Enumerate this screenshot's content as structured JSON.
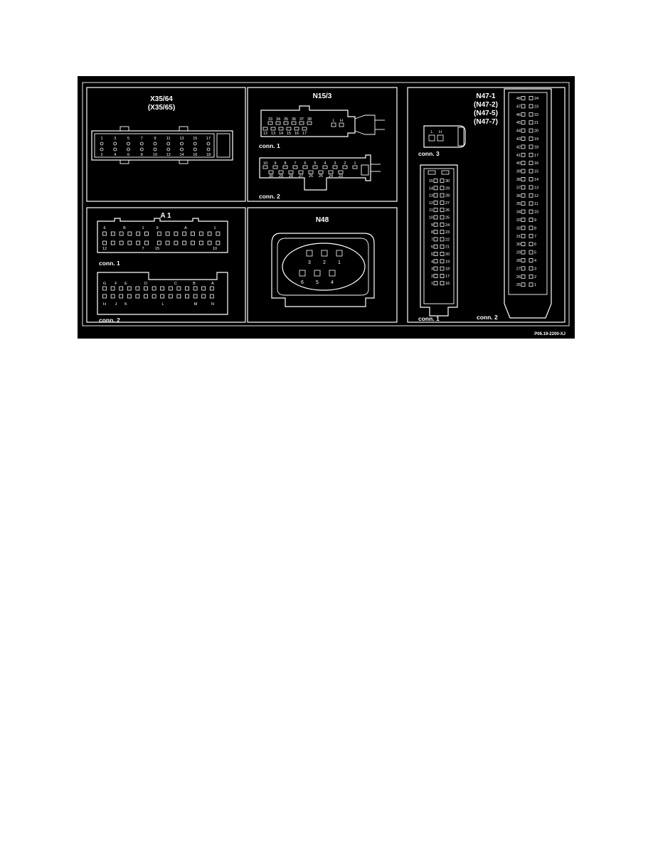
{
  "reference": "P06.19-2200-XJ",
  "colors": {
    "background": "#000000",
    "line": "#ffffff"
  },
  "panels": {
    "x35": {
      "title": "X35/64",
      "subtitle": "(X35/65)",
      "top_pins": [
        "1",
        "3",
        "5",
        "7",
        "9",
        "11",
        "13",
        "15",
        "17"
      ],
      "bottom_pins": [
        "2",
        "4",
        "6",
        "8",
        "10",
        "12",
        "14",
        "16",
        "18"
      ]
    },
    "n15": {
      "title": "N15/3",
      "conn1_label": "conn. 1",
      "conn2_label": "conn. 2",
      "conn1_top": [
        "33",
        "34",
        "35",
        "36",
        "37",
        "38"
      ],
      "conn1_bottom": [
        "12",
        "13",
        "14",
        "15",
        "16",
        "17"
      ],
      "conn1_side": [
        "L",
        "H"
      ],
      "conn2_top": [
        "10",
        "9",
        "8",
        "7",
        "6",
        "5",
        "4",
        "3",
        "2",
        "1"
      ],
      "conn2_bottom": [
        "30",
        "29",
        "28",
        "27",
        "26",
        "25",
        "24",
        "23"
      ]
    },
    "a1": {
      "title": "A 1",
      "conn1_label": "conn. 1",
      "conn2_label": "conn. 2",
      "conn1_top_labels": [
        "6",
        "B",
        "1",
        "9",
        "A",
        "1"
      ],
      "conn1_bottom_labels": [
        "12",
        "7",
        "15",
        "10"
      ],
      "conn2_top_letters": [
        "G",
        "F",
        "E",
        "D",
        "C",
        "B",
        "A"
      ],
      "conn2_bottom_letters": [
        "H",
        "J",
        "K",
        "L",
        "M",
        "N"
      ]
    },
    "n48": {
      "title": "N48",
      "top_pins": [
        "3",
        "2",
        "1"
      ],
      "bottom_pins": [
        "6",
        "5",
        "4"
      ]
    },
    "n47": {
      "title_lines": [
        "N47-1",
        "(N47-2)",
        "(N47-5)",
        "(N47-7)"
      ],
      "conn3_label": "conn. 3",
      "conn3_pins": [
        "L",
        "H"
      ],
      "conn1_label": "conn. 1",
      "conn2_label": "conn. 2",
      "conn1_left": [
        "15",
        "14",
        "13",
        "12",
        "11",
        "10",
        "9",
        "8",
        "7",
        "6",
        "5",
        "4",
        "3",
        "2",
        "1"
      ],
      "conn1_right": [
        "30",
        "29",
        "28",
        "27",
        "26",
        "25",
        "24",
        "23",
        "22",
        "21",
        "20",
        "19",
        "18",
        "17",
        "16"
      ],
      "conn2_left": [
        "48",
        "47",
        "46",
        "45",
        "44",
        "43",
        "42",
        "41",
        "40",
        "39",
        "38",
        "37",
        "36",
        "35",
        "34",
        "33",
        "32",
        "31",
        "30",
        "29",
        "28",
        "27",
        "26",
        "25"
      ],
      "conn2_right": [
        "24",
        "23",
        "22",
        "21",
        "20",
        "19",
        "18",
        "17",
        "16",
        "15",
        "14",
        "13",
        "12",
        "11",
        "10",
        "9",
        "8",
        "7",
        "6",
        "5",
        "4",
        "3",
        "2",
        "1"
      ]
    }
  }
}
